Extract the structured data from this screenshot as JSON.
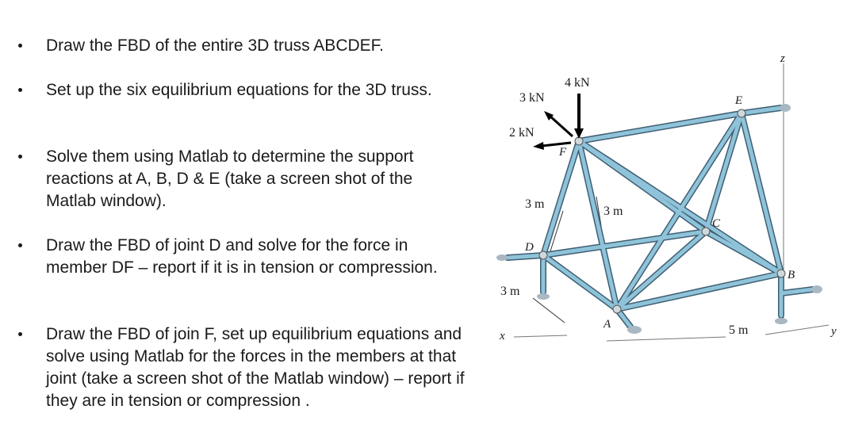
{
  "bullets": [
    "Draw the FBD of the entire 3D truss ABCDEF.",
    "Set up the six equilibrium equations for the 3D truss.",
    "Solve them using Matlab to determine the support reactions at A, B, D & E (take a screen shot of the Matlab window).",
    "Draw the FBD of joint D and solve for the force in member DF – report if it is in tension or compression.",
    "Draw the FBD of join F, set up equilibrium equations and solve using Matlab for the forces in the members at that joint (take a screen shot of the Matlab window) – report if they are in tension or compression ."
  ],
  "figure": {
    "load_4kN": "4 kN",
    "load_3kN": "3 kN",
    "load_2kN": "2 kN",
    "dim_3m_left": "3 m",
    "dim_3m_mid": "3 m",
    "dim_3m_bottom": "3 m",
    "dim_5m": "5 m",
    "joint_A": "A",
    "joint_B": "B",
    "joint_C": "C",
    "joint_D": "D",
    "joint_E": "E",
    "joint_F": "F",
    "axis_x": "x",
    "axis_y": "y",
    "axis_z": "z",
    "member_color": "#8fc3d9",
    "member_outline": "#3f5f73"
  }
}
